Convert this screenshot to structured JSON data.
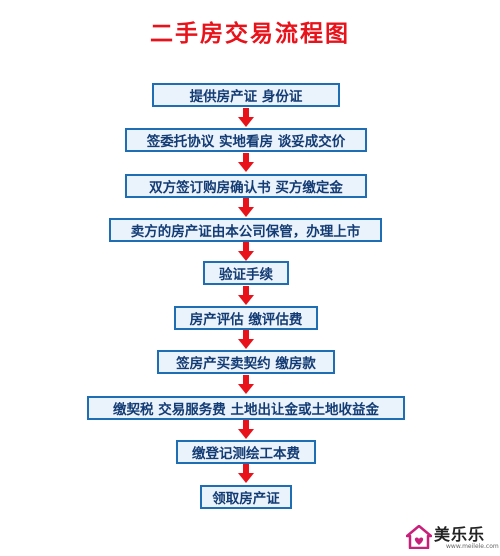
{
  "title": "二手房交易流程图",
  "steps": [
    "提供房产证 身份证",
    "签委托协议 实地看房 谈妥成交价",
    "双方签订购房确认书 买方缴定金",
    "卖方的房产证由本公司保管，办理上市",
    "验证手续",
    "房产评估 缴评估费",
    "签房产买卖契约 缴房款",
    "缴契税 交易服务费 土地出让金或土地收益金",
    "缴登记测绘工本费",
    "领取房产证"
  ],
  "watermark": {
    "name": "美乐乐",
    "url": "www.meilele.com"
  },
  "colors": {
    "title": "#e8121b",
    "box_border": "#1f6eb3",
    "box_fill": "#eaf3fb",
    "box_text": "#133b74",
    "arrow": "#e8121b"
  }
}
